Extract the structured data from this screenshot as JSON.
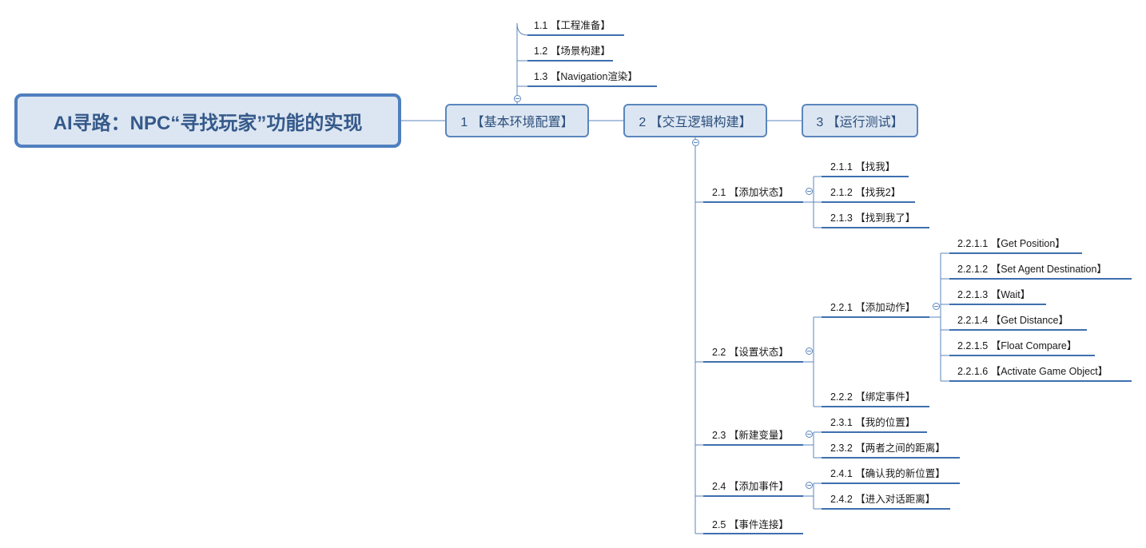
{
  "root": {
    "title": "AI寻路：NPC“寻找玩家”功能的实现"
  },
  "branches": [
    {
      "label": "1 【基本环境配置】",
      "children": [
        {
          "label": "1.1 【工程准备】"
        },
        {
          "label": "1.2 【场景构建】"
        },
        {
          "label": "1.3 【Navigation渲染】"
        }
      ]
    },
    {
      "label": "2 【交互逻辑构建】",
      "children": [
        {
          "label": "2.1 【添加状态】",
          "children": [
            {
              "label": "2.1.1 【找我】"
            },
            {
              "label": "2.1.2 【找我2】"
            },
            {
              "label": "2.1.3 【找到我了】"
            }
          ]
        },
        {
          "label": "2.2 【设置状态】",
          "children": [
            {
              "label": "2.2.1 【添加动作】",
              "children": [
                {
                  "label": "2.2.1.1 【Get Position】"
                },
                {
                  "label": "2.2.1.2 【Set Agent Destination】"
                },
                {
                  "label": "2.2.1.3 【Wait】"
                },
                {
                  "label": "2.2.1.4 【Get Distance】"
                },
                {
                  "label": "2.2.1.5 【Float Compare】"
                },
                {
                  "label": "2.2.1.6 【Activate Game Object】"
                }
              ]
            },
            {
              "label": "2.2.2 【绑定事件】"
            }
          ]
        },
        {
          "label": "2.3 【新建变量】",
          "children": [
            {
              "label": "2.3.1 【我的位置】"
            },
            {
              "label": "2.3.2 【两者之间的距离】"
            }
          ]
        },
        {
          "label": "2.4 【添加事件】",
          "children": [
            {
              "label": "2.4.1 【确认我的新位置】"
            },
            {
              "label": "2.4.2 【进入对话距离】"
            }
          ]
        },
        {
          "label": "2.5 【事件连接】"
        }
      ]
    },
    {
      "label": "3 【运行测试】"
    }
  ],
  "colors": {
    "line": "#5b86bd",
    "underline": "#3e6fae",
    "box_fill": "#dce6f2",
    "box_border": "#5b86bd",
    "root_text": "#35598a"
  }
}
